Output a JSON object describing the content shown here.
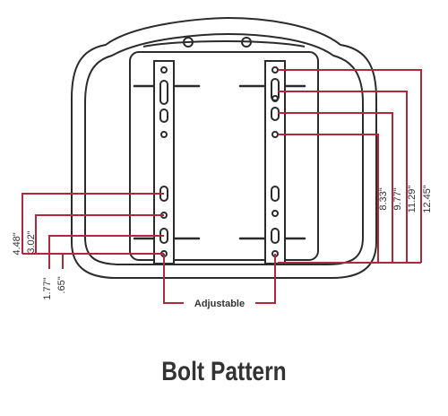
{
  "diagram": {
    "caption": "Bolt Pattern",
    "adjustable_label": "Adjustable",
    "right_dimensions": [
      "8.33\"",
      "9.77\"",
      "11.29\"",
      "12.45\""
    ],
    "left_dimensions": [
      "4.48\"",
      "3.02\"",
      "1.77\"",
      ".65\""
    ]
  },
  "colors": {
    "outline": "#2b2b2b",
    "dimension_line": "#b0283c",
    "text": "#333333"
  }
}
